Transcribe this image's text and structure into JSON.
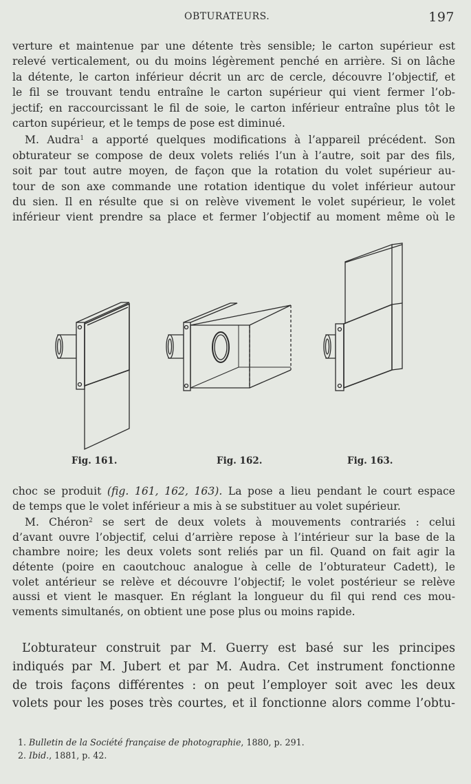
{
  "header": {
    "running_title": "OBTURATEURS.",
    "page_number": "197"
  },
  "block1": {
    "lines": [
      "verture et maintenue par une détente très sensible; le carton supérieur est",
      "relevé verticalement, ou du moins légèrement penché en arrière. Si on lâche",
      "la détente, le carton inférieur décrit un arc de cercle, découvre l’objectif, et",
      "le fil se trouvant tendu entraîne le carton supérieur qui vient fermer l’ob-",
      "jectif; en raccourcissant le fil de soie, le carton inférieur entraîne plus tôt le",
      "carton supérieur, et le temps de pose est diminué."
    ],
    "audra_start": "M. Audra",
    "audra_note": "1",
    "audra_rest": " a apporté quelques modifications à l’appareil précédent. Son",
    "lines2": [
      "obturateur se compose de deux volets reliés l’un à l’autre, soit par des fils,",
      "soit par tout autre moyen, de façon que la rotation du volet supérieur au-",
      "tour de son axe commande une rotation identique du volet inférieur autour",
      "du sien. Il en résulte que si on relève vivement le volet supérieur, le volet",
      "inférieur vient prendre sa place et fermer l’objectif au moment même où le"
    ]
  },
  "figures": [
    {
      "caption": "Fig. 161."
    },
    {
      "caption": "Fig. 162."
    },
    {
      "caption": "Fig. 163."
    }
  ],
  "block2": {
    "line1_a": "choc se produit ",
    "line1_ref": "(fig. 161, 162, 163).",
    "line1_b": " La pose a lieu pendant le court espace",
    "line2": "de temps que le volet inférieur a mis à se substituer au volet supérieur.",
    "cheron_start": "M. Chéron",
    "cheron_note": "2",
    "cheron_rest": " se sert de deux volets à mouvements contrariés : celui",
    "lines": [
      "d’avant ouvre l’objectif, celui d’arrière repose à l’intérieur sur la base de la",
      "chambre noire; les deux volets sont reliés par un fil. Quand on fait agir la",
      "détente (poire en caoutchouc analogue à celle de l’obturateur Cadett), le",
      "volet antérieur se relève et découvre l’objectif; le volet postérieur se relève",
      "aussi et vient le masquer. En réglant la longueur du fil qui rend ces mou-",
      "vements simultanés, on obtient une pose plus ou moins rapide."
    ]
  },
  "block3": {
    "lines": [
      "L’obturateur construit par M. Guerry est basé sur les principes",
      "indiqués par M. Jubert et par M. Audra. Cet instrument fonctionne",
      "de trois façons différentes : on peut l’employer soit avec les deux",
      "volets pour les poses très courtes, et il fonctionne alors comme l’obtu-"
    ]
  },
  "footnotes": [
    {
      "num": "1.",
      "italic": "Bulletin de la Société française de photographie",
      "rest": ", 1880, p. 291."
    },
    {
      "num": "2.",
      "italic": "Ibid.",
      "rest": ", 1881, p. 42."
    }
  ]
}
